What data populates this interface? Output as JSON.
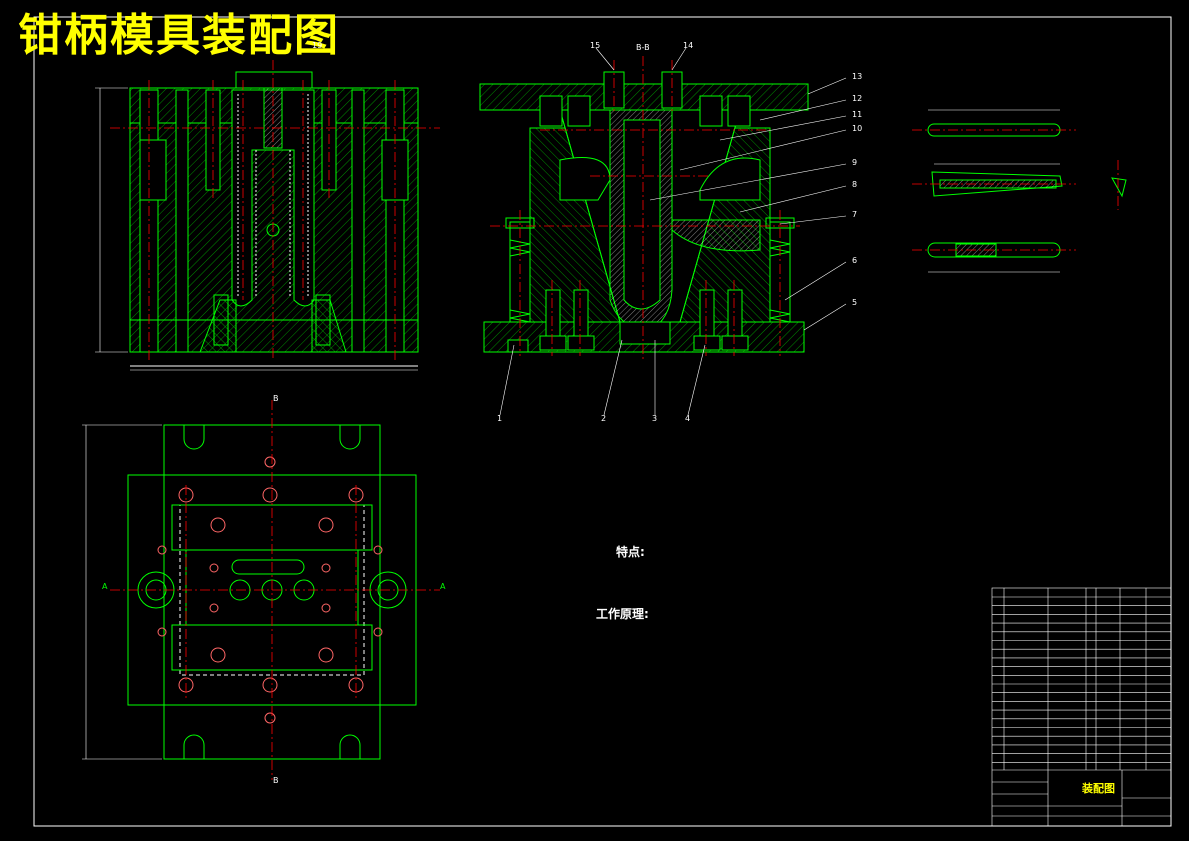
{
  "title": "钳柄模具装配图",
  "section_labels": {
    "b_top": "B",
    "b_bottom": "B",
    "a_left": "A",
    "a_right": "A",
    "section_bb": "B-B"
  },
  "part_numbers": [
    "1",
    "2",
    "3",
    "4",
    "5",
    "6",
    "7",
    "8",
    "9",
    "10",
    "11",
    "12",
    "13",
    "14",
    "15",
    "19"
  ],
  "notes": {
    "feature_label": "特点:",
    "working_label": "工作原理:"
  },
  "title_block": {
    "name": "装配图"
  },
  "colors": {
    "background": "#000000",
    "outline": "#00ff00",
    "centerline": "#ff0000",
    "text": "#ffffff",
    "title": "#ffff00",
    "hatch": "#00ff00",
    "holes": "#ff4d4d"
  }
}
